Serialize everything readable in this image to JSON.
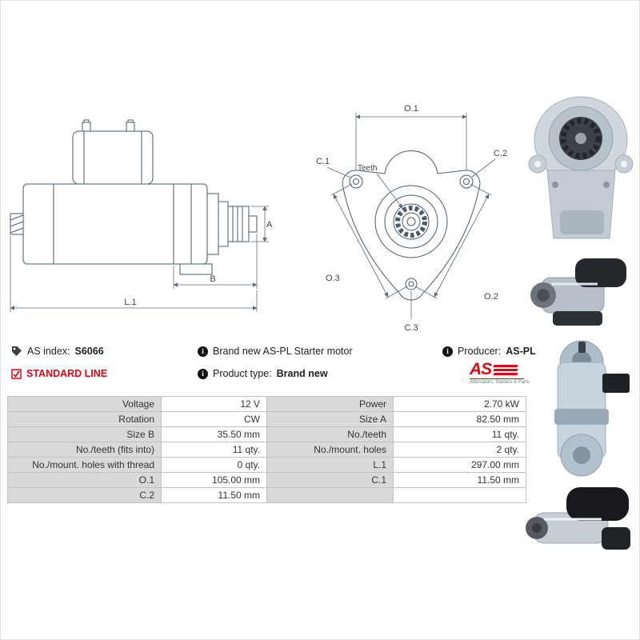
{
  "colors": {
    "accent_red": "#e30613",
    "table_label_bg": "#d9d9d9",
    "drawing_line": "#4a5b6b"
  },
  "icons": {
    "info_char": "i"
  },
  "header": {
    "as_index_label": "AS index:",
    "as_index_value": "S6066",
    "standard_line": "STANDARD LINE",
    "brand_new_text": "Brand new AS-PL Starter motor",
    "product_type_label": "Product type:",
    "product_type_value": "Brand new",
    "producer_label": "Producer:",
    "producer_value": "AS-PL",
    "logo_text": "AS",
    "logo_subtext": "Alternators, Starters & Parts"
  },
  "diagram_labels": {
    "a": "A",
    "b": "B",
    "l1": "L.1",
    "o1": "O.1",
    "o2": "O.2",
    "o3": "O.3",
    "c1": "C.1",
    "c2": "C.2",
    "c3": "C.3",
    "teeth": "Teeth"
  },
  "spec_table": {
    "rows": [
      {
        "label_left": "Voltage",
        "value_left": "12 V",
        "label_right": "Power",
        "value_right": "2.70 kW"
      },
      {
        "label_left": "Rotation",
        "value_left": "CW",
        "label_right": "Size A",
        "value_right": "82.50 mm"
      },
      {
        "label_left": "Size B",
        "value_left": "35.50 mm",
        "label_right": "No./teeth",
        "value_right": "11 qty."
      },
      {
        "label_left": "No./teeth (fits into)",
        "value_left": "11 qty.",
        "label_right": "No./mount. holes",
        "value_right": "2 qty."
      },
      {
        "label_left": "No./mount. holes with thread",
        "value_left": "0 qty.",
        "label_right": "L.1",
        "value_right": "297.00 mm"
      },
      {
        "label_left": "O.1",
        "value_left": "105.00 mm",
        "label_right": "C.1",
        "value_right": "11.50 mm"
      },
      {
        "label_left": "C.2",
        "value_left": "11.50 mm",
        "label_right": "",
        "value_right": ""
      }
    ]
  }
}
